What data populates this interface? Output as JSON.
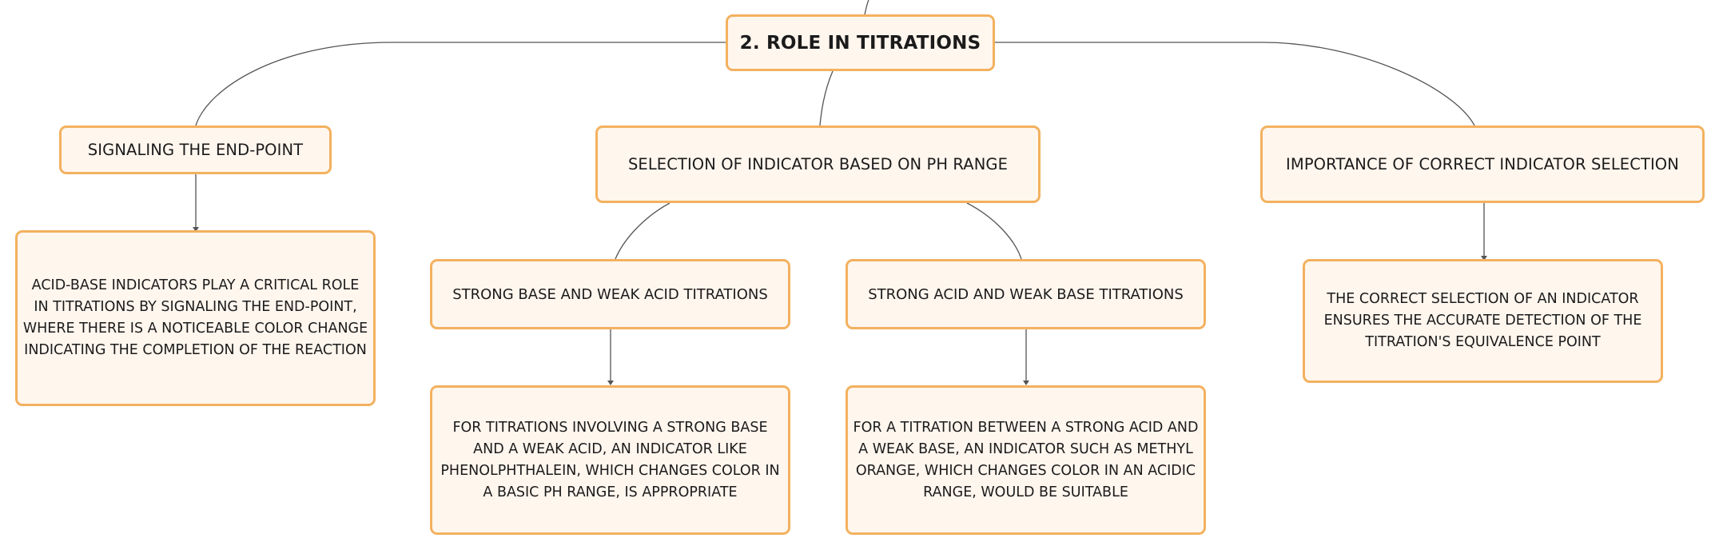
{
  "mindmap": {
    "root": {
      "label": "2. ROLE IN TITRATIONS"
    },
    "branches": [
      {
        "label": "SIGNALING THE END-POINT",
        "description": "ACID-BASE INDICATORS PLAY A CRITICAL ROLE IN TITRATIONS BY SIGNALING THE END-POINT, WHERE THERE IS A NOTICEABLE COLOR CHANGE INDICATING THE COMPLETION OF THE REACTION"
      },
      {
        "label": "SELECTION OF INDICATOR BASED ON PH RANGE",
        "children": [
          {
            "label": "STRONG BASE AND WEAK ACID TITRATIONS",
            "description": "FOR TITRATIONS INVOLVING A STRONG BASE AND A WEAK ACID, AN INDICATOR LIKE PHENOLPHTHALEIN, WHICH CHANGES COLOR IN A BASIC PH RANGE, IS APPROPRIATE"
          },
          {
            "label": "STRONG ACID AND WEAK BASE TITRATIONS",
            "description": "FOR A TITRATION BETWEEN A STRONG ACID AND A WEAK BASE, AN INDICATOR SUCH AS METHYL ORANGE, WHICH CHANGES COLOR IN AN ACIDIC RANGE, WOULD BE SUITABLE"
          }
        ]
      },
      {
        "label": "IMPORTANCE OF CORRECT INDICATOR SELECTION",
        "description": "THE CORRECT SELECTION OF AN INDICATOR ENSURES THE ACCURATE DETECTION OF THE TITRATION'S EQUIVALENCE POINT"
      }
    ],
    "colors": {
      "node_fill": "#fff6ee",
      "node_border": "#f3b15f",
      "connector": "#555555",
      "text": "#1b1b1b"
    }
  }
}
